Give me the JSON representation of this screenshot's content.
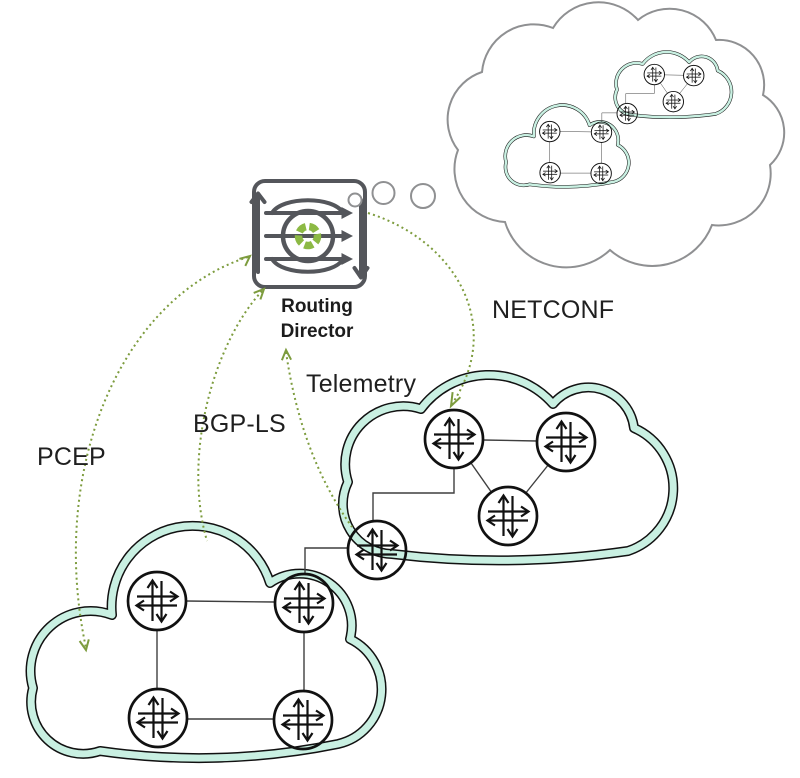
{
  "diagram": {
    "controller": {
      "label": "Routing Director",
      "icon": "routing-director-icon"
    },
    "links": {
      "pcep": {
        "label": "PCEP",
        "style": "dotted-green-arrow",
        "from": "Routing Director",
        "to": "left network cloud"
      },
      "bgp_ls": {
        "label": "BGP-LS",
        "style": "dotted-green-arrow",
        "from": "Routing Director",
        "to": "left network cloud"
      },
      "telemetry": {
        "label": "Telemetry",
        "style": "dotted-green-arrow",
        "from": "Routing Director",
        "to": "right cloud border router"
      },
      "netconf": {
        "label": "NETCONF",
        "style": "dotted-green-arrow",
        "from": "Routing Director",
        "to": "right cloud top router"
      }
    },
    "networks": {
      "left_cloud": {
        "routers": 4,
        "topology": "square"
      },
      "right_cloud": {
        "routers": 4,
        "topology": "triangle plus border router"
      },
      "interconnect": "border router linked to left cloud top-right router"
    },
    "thought_bubble": {
      "content": "miniature copy of both network clouds",
      "trail_bubbles": 3
    },
    "icons": {
      "router": "circle with four directional arrows",
      "controller": "box with three flow arrows around segmented wheel"
    },
    "colors": {
      "cloud_band_mint": "#c9f0e2",
      "outline_black": "#111111",
      "icon_dark_gray": "#54565b",
      "wheel_green": "#8cb944",
      "link_dotted_green": "#7d9c3e",
      "thought_cloud_gray": "#8f9092",
      "text_black": "#1f1f1f"
    }
  }
}
